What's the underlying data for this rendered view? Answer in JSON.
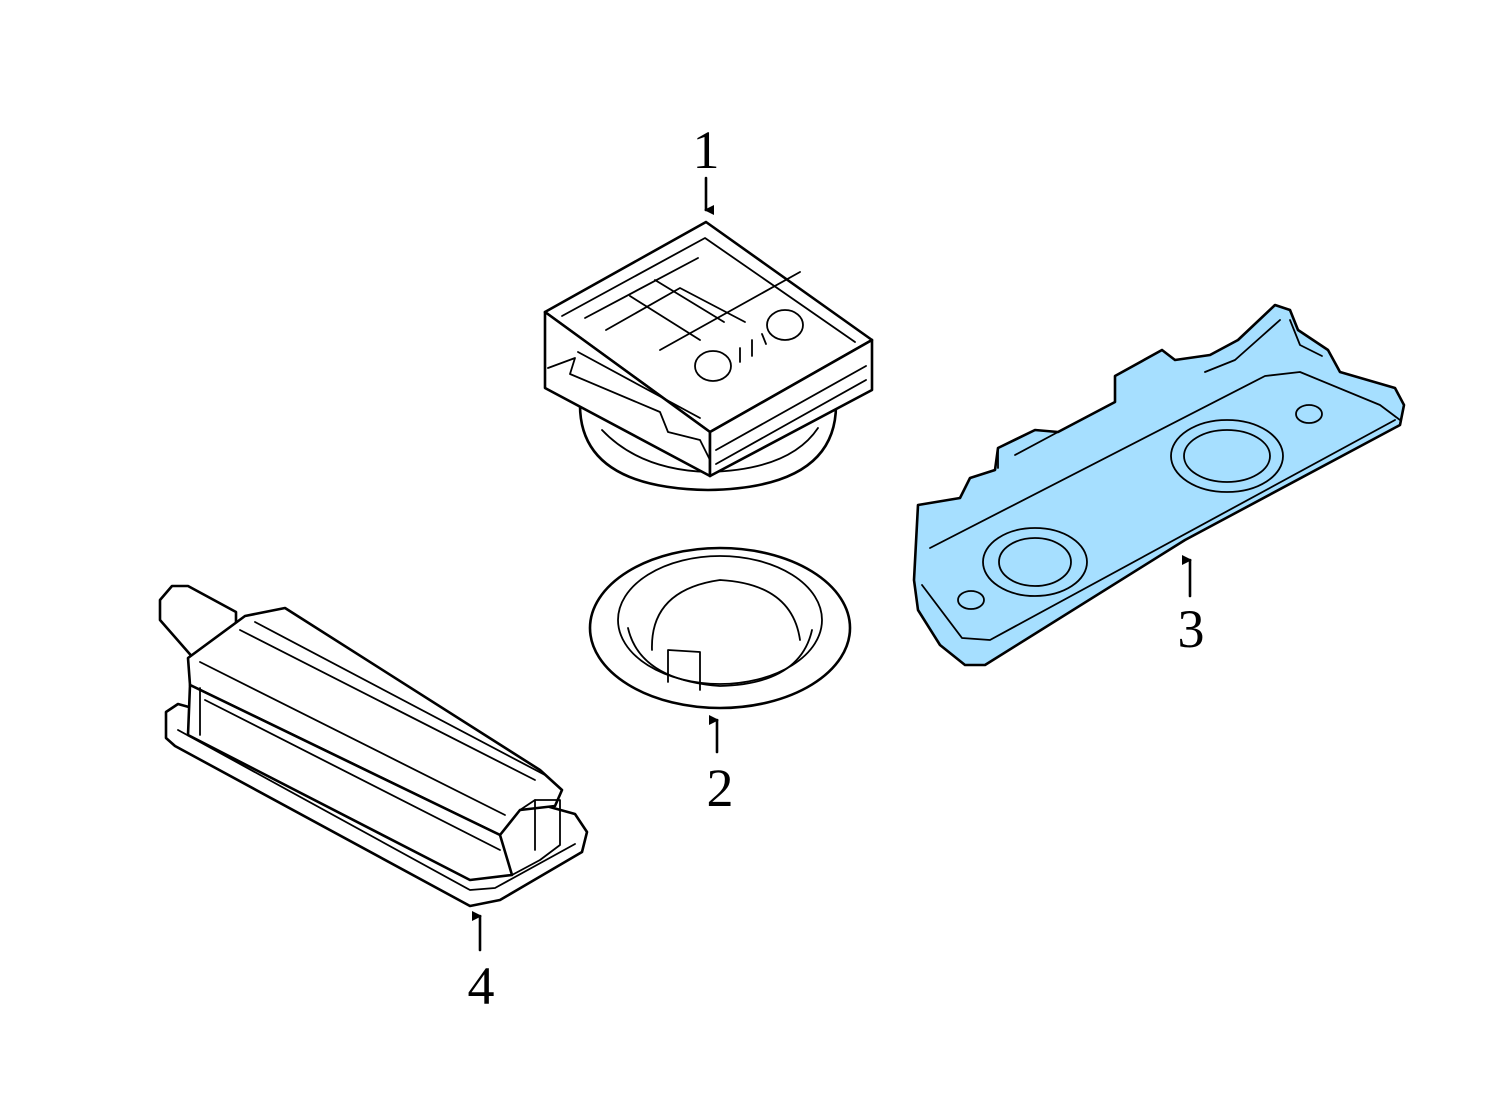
{
  "colors": {
    "line": "#000000",
    "background": "#ffffff",
    "highlight": "#a6dfff"
  },
  "parts": [
    {
      "id": "1",
      "label": "1",
      "highlighted": false
    },
    {
      "id": "2",
      "label": "2",
      "highlighted": false
    },
    {
      "id": "3",
      "label": "3",
      "highlighted": true
    },
    {
      "id": "4",
      "label": "4",
      "highlighted": false
    }
  ]
}
